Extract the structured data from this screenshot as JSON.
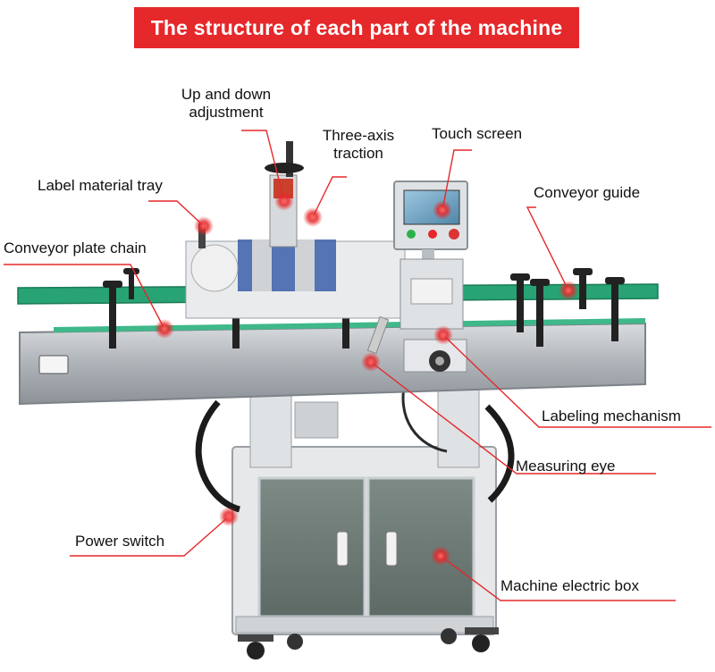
{
  "title": "The structure of each part of the machine",
  "accent_color": "#e5282a",
  "callouts": {
    "up_down": [
      "Up and down",
      "adjustment"
    ],
    "three_axis": [
      "Three-axis",
      "traction"
    ],
    "touch_screen": "Touch screen",
    "label_tray": "Label material tray",
    "conveyor_guide": "Conveyor guide",
    "plate_chain": "Conveyor plate chain",
    "labeling_mechanism": "Labeling mechanism",
    "measuring_eye": "Measuring eye",
    "power_switch": "Power switch",
    "electric_box": "Machine electric box"
  }
}
